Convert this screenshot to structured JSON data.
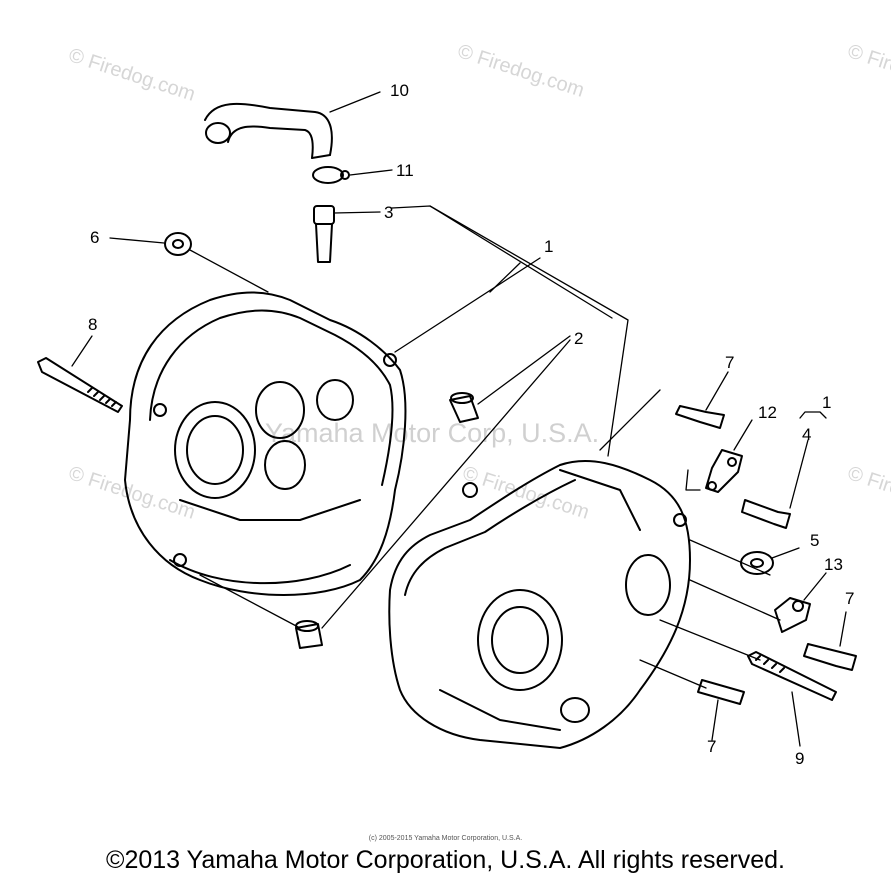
{
  "watermark": "Firedog.com",
  "center_watermark": "Yamaha Motor Corp, U.S.A.",
  "callouts": {
    "c1a": "1",
    "c1b": "1",
    "c2": "2",
    "c3": "3",
    "c4": "4",
    "c5": "5",
    "c6": "6",
    "c7a": "7",
    "c7b": "7",
    "c7c": "7",
    "c8": "8",
    "c9": "9",
    "c10": "10",
    "c11": "11",
    "c12": "12",
    "c13": "13"
  },
  "small_credit": "(c) 2005-2015 Yamaha Motor Corporation, U.S.A.",
  "copyright": "©2013 Yamaha Motor Corporation, U.S.A. All rights reserved."
}
